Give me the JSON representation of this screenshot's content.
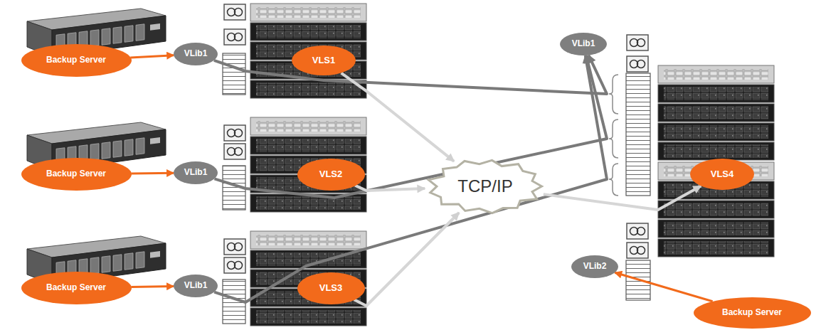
{
  "diagram": {
    "nodes": [
      {
        "text": [
          "Backup Server"
        ]
      },
      {
        "text": [
          "VLib1"
        ]
      },
      {
        "text": [
          "VLS1"
        ]
      },
      {
        "text": [
          "Backup Server"
        ]
      },
      {
        "text": [
          "VLib1"
        ]
      },
      {
        "text": [
          "VLS2"
        ]
      },
      {
        "text": [
          "Backup Server"
        ]
      },
      {
        "text": [
          "VLib1"
        ]
      },
      {
        "text": [
          "VLS3"
        ]
      },
      {
        "text": [
          "TCP/IP"
        ]
      },
      {
        "text": [
          "VLib1"
        ]
      },
      {
        "text": [
          "VLS4"
        ]
      },
      {
        "text": [
          "VLib2"
        ]
      },
      {
        "text": [
          "Backup Server"
        ]
      }
    ],
    "edges": [
      {
        "from": 0,
        "to": 1,
        "arrow": "to"
      },
      {
        "from": 3,
        "to": 4,
        "arrow": "to"
      },
      {
        "from": 6,
        "to": 7,
        "arrow": "to"
      },
      {
        "from": 13,
        "to": 12,
        "arrow": "to"
      },
      {
        "from": 1,
        "to": 10,
        "arrow": "to"
      },
      {
        "from": 4,
        "to": 10,
        "arrow": "to"
      },
      {
        "from": 7,
        "to": 10,
        "arrow": "to"
      },
      {
        "from": 2,
        "to": 9,
        "arrow": "to"
      },
      {
        "from": 5,
        "to": 9,
        "arrow": "to"
      },
      {
        "from": 8,
        "to": 9,
        "arrow": "to"
      },
      {
        "from": 9,
        "to": 11,
        "arrow": "to"
      }
    ]
  }
}
